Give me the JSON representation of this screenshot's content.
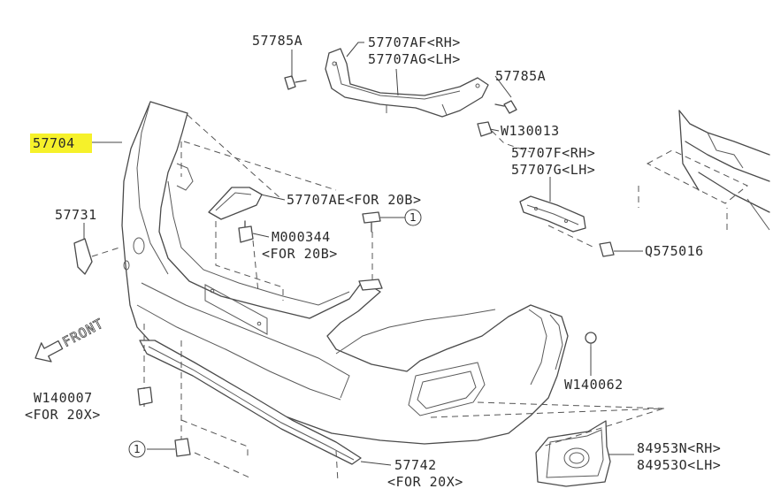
{
  "labels": {
    "main_bumper": "57704",
    "bracket_rh_code": "57707AF<RH>",
    "bracket_lh_code": "57707AG<LH>",
    "screw_top_left": "57785A",
    "screw_top_right": "57785A",
    "clip_w130013": "W130013",
    "side_bracket_rh": "57707F<RH>",
    "side_bracket_lh": "57707G<LH>",
    "center_bracket": "57707AE<FOR 20B>",
    "cap_57731": "57731",
    "bolt_m000344": "M000344",
    "bolt_m000344_note": "<FOR 20B>",
    "clip_q575016": "Q575016",
    "clip_w140062": "W140062",
    "clip_w140007": "W140007",
    "clip_w140007_note": "<FOR 20X>",
    "lip_57742": "57742",
    "lip_57742_note": "<FOR 20X>",
    "fog_cover_rh": "84953N<RH>",
    "fog_cover_lh": "84953O<LH>",
    "front_arrow": "FRONT",
    "ref_mark": "1"
  },
  "colors": {
    "highlight": "#f6f12a",
    "line": "#4a4a4a"
  }
}
